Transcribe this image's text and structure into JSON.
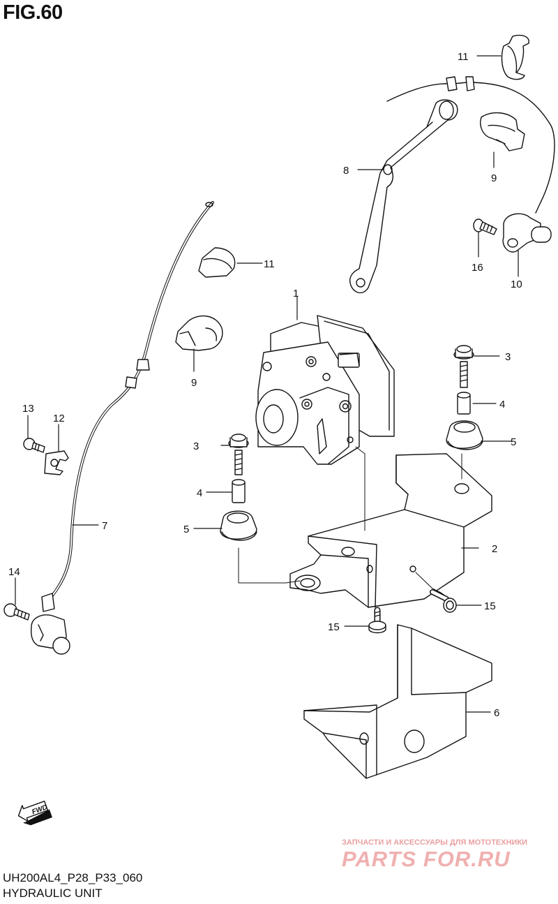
{
  "figure": {
    "title": "FIG.60",
    "code": "UH200AL4_P28_P33_060",
    "name": "HYDRAULIC UNIT"
  },
  "callouts": [
    "1",
    "2",
    "3",
    "3",
    "4",
    "4",
    "5",
    "5",
    "6",
    "7",
    "8",
    "9",
    "9",
    "10",
    "11",
    "11",
    "12",
    "13",
    "14",
    "15",
    "15",
    "16"
  ],
  "fwd_label": "FWD",
  "watermark": {
    "top": "ЗАПЧАСТИ И АКСЕССУАРЫ ДЛЯ МОТОТЕХНИКИ",
    "logo": "PARTS FOR.RU"
  }
}
